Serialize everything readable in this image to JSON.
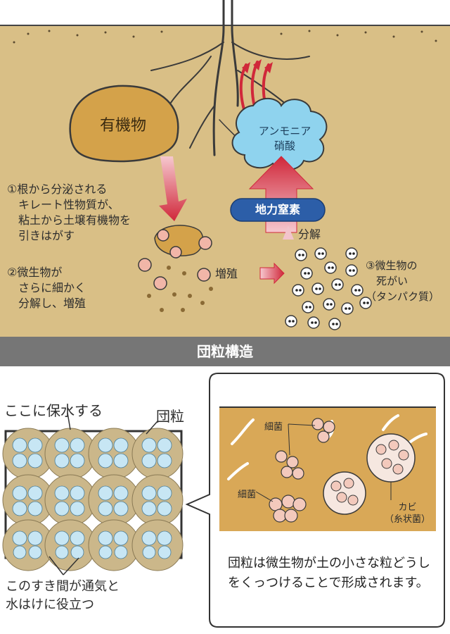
{
  "top_panel": {
    "organic_matter": "有機物",
    "ammonia_nitrate": [
      "アンモニア",
      "硝酸"
    ],
    "soil_nitrogen": "地力窒素",
    "decomposition": "分解",
    "growth": "増殖",
    "step1": [
      "①根から分泌される",
      "　キレート性物質が、",
      "　粘土から土壌有機物を",
      "　引きはがす"
    ],
    "step2": [
      "②微生物が",
      "　さらに細かく",
      "　分解し、増殖"
    ],
    "step3": [
      "③微生物の",
      "　死がい",
      "（タンパク質）"
    ]
  },
  "banner": {
    "title": "団粒構造"
  },
  "bottom_panel": {
    "moisture_label": "ここに保水する",
    "crumb_label": "団粒",
    "gap_label": [
      "このすき間が通気と",
      "水はけに役立つ"
    ],
    "balloon_text": "団粒は微生物が土の小さな粒どうしをくっつけることで形成されます。",
    "bacteria_label_1": "細菌",
    "bacteria_label_2": "細菌",
    "fungi_label": [
      "カビ",
      "（糸状菌）"
    ]
  },
  "colors": {
    "soil": "#d9bf86",
    "organic": "#d4a24a",
    "ammonia_cloud": "#8fd3ee",
    "arrow_red": "#d0283a",
    "banner": "#767676",
    "water": "#c7e6f4",
    "crumb": "#cbb78a"
  }
}
